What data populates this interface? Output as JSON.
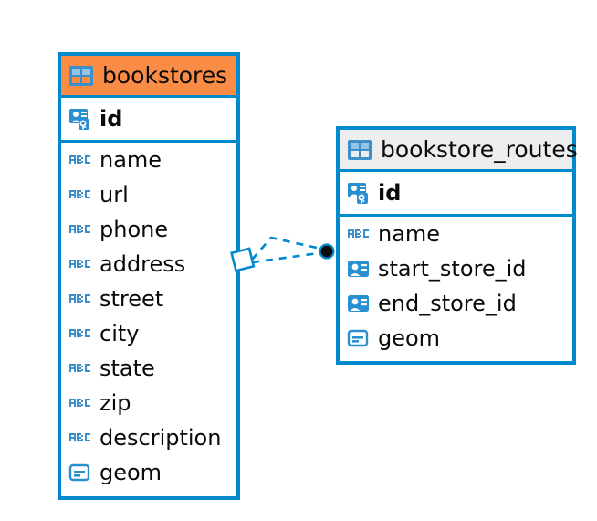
{
  "diagram": {
    "type": "entity-relationship-diagram",
    "background_color": "#ffffff",
    "accent_color": "#0089cc",
    "selected_header_color": "#fa8c46",
    "default_header_color": "#ededed",
    "text_color": "#0a0a0a"
  },
  "entities": [
    {
      "name": "bookstores",
      "selected": true,
      "header_color": "#fa8c46",
      "table_icon": "table-grid-icon",
      "primary_keys": [
        {
          "label": "id",
          "icon": "primary-key-icon",
          "bold": true
        }
      ],
      "fields": [
        {
          "label": "name",
          "icon": "varchar-abc-icon"
        },
        {
          "label": "url",
          "icon": "varchar-abc-icon"
        },
        {
          "label": "phone",
          "icon": "varchar-abc-icon"
        },
        {
          "label": "address",
          "icon": "varchar-abc-icon"
        },
        {
          "label": "street",
          "icon": "varchar-abc-icon"
        },
        {
          "label": "city",
          "icon": "varchar-abc-icon"
        },
        {
          "label": "state",
          "icon": "varchar-abc-icon"
        },
        {
          "label": "zip",
          "icon": "varchar-abc-icon"
        },
        {
          "label": "description",
          "icon": "varchar-abc-icon"
        },
        {
          "label": "geom",
          "icon": "geometry-icon"
        }
      ]
    },
    {
      "name": "bookstore_routes",
      "selected": false,
      "header_color": "#ededed",
      "table_icon": "table-grid-icon",
      "primary_keys": [
        {
          "label": "id",
          "icon": "primary-key-icon",
          "bold": true
        }
      ],
      "fields": [
        {
          "label": "name",
          "icon": "varchar-abc-icon"
        },
        {
          "label": "start_store_id",
          "icon": "foreign-key-icon"
        },
        {
          "label": "end_store_id",
          "icon": "foreign-key-icon"
        },
        {
          "label": "geom",
          "icon": "geometry-icon"
        }
      ]
    }
  ],
  "relationship": {
    "name": "bookstores-to-bookstore-routes",
    "line_style": "dashed",
    "line_color": "#0089cc",
    "source_marker": "diamond-outline",
    "target_marker": "filled-circle",
    "target_marker_color": "#0a0a0a"
  }
}
